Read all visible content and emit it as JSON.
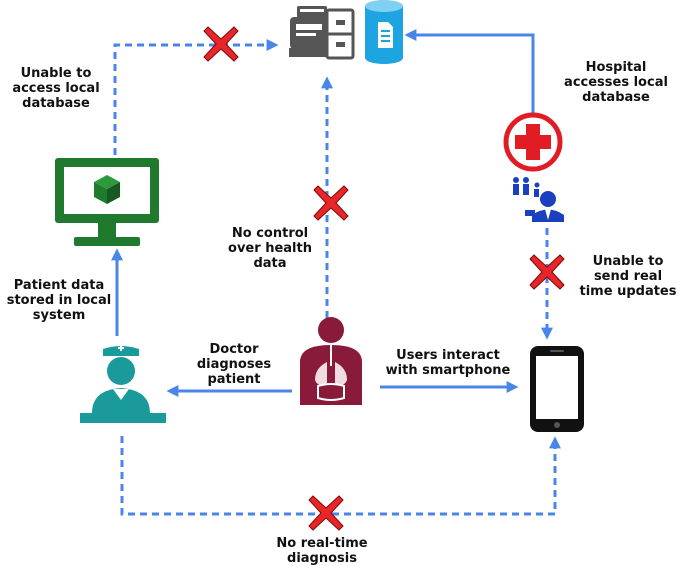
{
  "labels": {
    "unable_access": "Unable to\naccess local\ndatabase",
    "hospital_accesses": "Hospital\naccesses local\ndatabase",
    "no_control": "No control\nover health\ndata",
    "unable_send": "Unable to\nsend real\ntime updates",
    "patient_stored": "Patient data\nstored in local\nsystem",
    "doctor_diagnoses": "Doctor\ndiagnoses\npatient",
    "users_interact": "Users interact\nwith smartphone",
    "no_realtime": "No real-time\ndiagnosis"
  },
  "colors": {
    "arrow": "#4a86e8",
    "cross": "#e8262a",
    "cross_outline": "#7a0a0a",
    "monitor": "#1f7a2e",
    "nurse": "#1a9a9a",
    "patient": "#8a1a3a",
    "database": "#1ea4e0",
    "hospital": "#e21c24",
    "people": "#1a3fbf",
    "phone": "#111111"
  },
  "icons": [
    "file-cabinet-icon",
    "database-icon",
    "hospital-cross-icon",
    "people-icon",
    "doctor-icon",
    "computer-monitor-icon",
    "nurse-icon",
    "patient-body-icon",
    "smartphone-icon",
    "blocked-x-icon"
  ]
}
